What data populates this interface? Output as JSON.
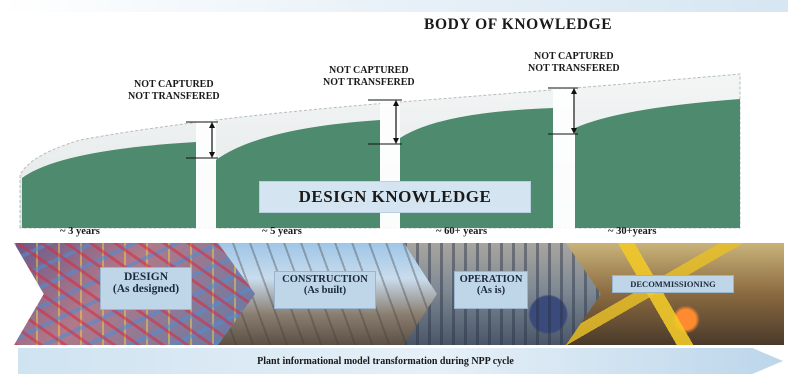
{
  "title": "BODY OF KNOWLEDGE",
  "design_knowledge": "DESIGN KNOWLEDGE",
  "gaps": [
    {
      "line1": "NOT CAPTURED",
      "line2": "NOT TRANSFERED"
    },
    {
      "line1": "NOT CAPTURED",
      "line2": "NOT TRANSFERED"
    },
    {
      "line1": "NOT CAPTURED",
      "line2": "NOT TRANSFERED"
    }
  ],
  "phases": [
    {
      "duration": "~ 3 years",
      "name": "DESIGN",
      "state": "(As designed)"
    },
    {
      "duration": "~ 5 years",
      "name": "CONSTRUCTION",
      "state": "(As built)"
    },
    {
      "duration": "~ 60+ years",
      "name": "OPERATION",
      "state": "(As is)"
    },
    {
      "duration": "~ 30+years",
      "name": "DECOMMISSIONING",
      "state": ""
    }
  ],
  "bottom_arrow": "Plant informational model transformation during NPP cycle",
  "colors": {
    "knowledge_fill": "#4e8a6e",
    "body_fill": "#ecefef",
    "label_box": "#bfd5e8",
    "banner": "#d4e4f0"
  }
}
